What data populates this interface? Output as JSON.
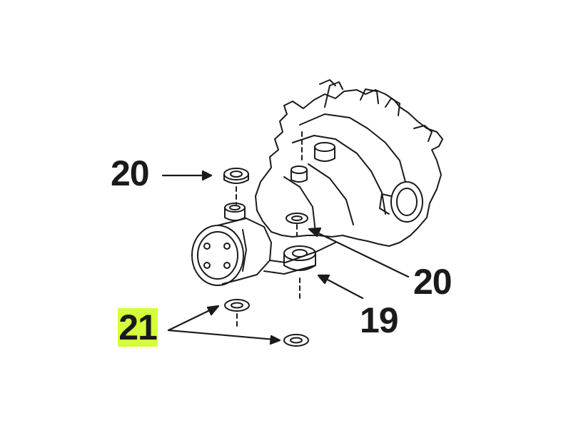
{
  "callouts": {
    "upper_left": "20",
    "right": "20",
    "mount_bushing": "19",
    "washers": "21"
  },
  "colors": {
    "highlight": "#d4ff3a",
    "line": "#1a1a1a"
  }
}
